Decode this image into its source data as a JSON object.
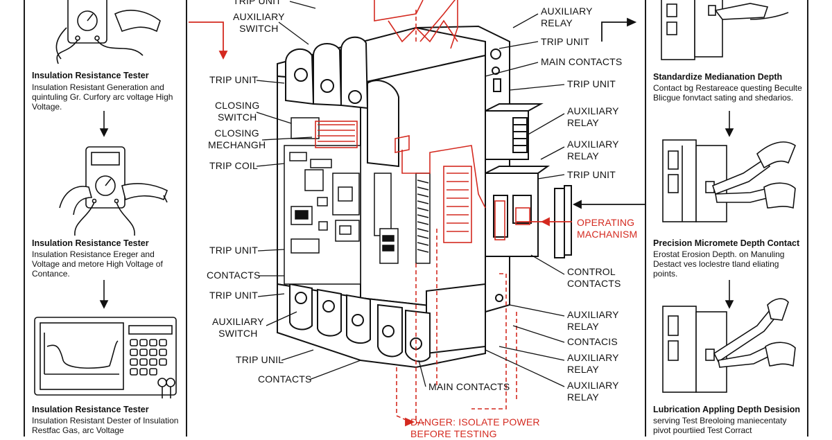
{
  "left_steps": [
    {
      "title": "Insulation Resistance Tester",
      "desc": "Insulation Resistant Generation and quintuling Gr. Curfory arc voltage High Voltage."
    },
    {
      "title": "Insulation Resistance Tester",
      "desc": "Insulation Resistance Ereger and Voltage and metore High Voltage of Contance."
    },
    {
      "title": "Insulation Resistance Tester",
      "desc": "Insulation Resistant Dester of Insulation Restfac Gas, arc Voltage"
    }
  ],
  "right_steps": [
    {
      "title": "Standardize Medianation Depth",
      "desc": "Contact bg Restareace questing Beculte Blicgue fonvtact sating and shedarios."
    },
    {
      "title": "Precision Micromete Depth Contact",
      "desc": "Erostat Erosion Depth. on Manuling Destact ves loclestre tland eliating points."
    },
    {
      "title": "Lubrication Appling Depth Desision",
      "desc": "serving Test Breoloing maniecentaty pivot pourtiied Test Corract"
    }
  ],
  "labels": {
    "trip_unit_top": "TRIP UNIT",
    "aux_switch_top": "AUXILIARY\nSWITCH",
    "trip_unit_1": "TRIP UNIT",
    "closing_switch": "CLOSING\nSWITCH",
    "closing_mech": "CLOSING\nMECHANGH",
    "trip_coil": "TRIP COIL",
    "trip_unit_2": "TRIP UNIT",
    "contacts_1": "CONTACTS",
    "trip_unit_3": "TRIP UNIT",
    "aux_switch_bottom": "AUXILIARY\nSWITCH",
    "trip_unil": "TRIP UNIL",
    "contacts_2": "CONTACTS",
    "main_contacts_bottom": "MAIN CONTACTS",
    "danger": "DANGER: ISOLATE POWER\nBEFORE TESTING",
    "aux_relay_1": "AUXILIARY\nRELAY",
    "trip_unit_r1": "TRIP UNIT",
    "main_contacts_r": "MAIN CONTACTS",
    "trip_unit_r2": "TRIP UNIT",
    "aux_relay_2": "AUXILIARY\nRELAY",
    "aux_relay_3": "AUXILIARY\nRELAY",
    "trip_unit_r3": "TRIP UNIT",
    "operating_mech": "OPERATING\nMACHANISM",
    "control_contacts": "CONTROL\nCONTACTS",
    "aux_relay_4": "AUXILIARY\nRELAY",
    "contacts_r": "CONTACIS",
    "aux_relay_5": "AUXILIARY\nRELAY",
    "aux_relay_6": "AUXILIARY\nRELAY"
  },
  "colors": {
    "ink": "#111111",
    "accent": "#d4291f"
  }
}
